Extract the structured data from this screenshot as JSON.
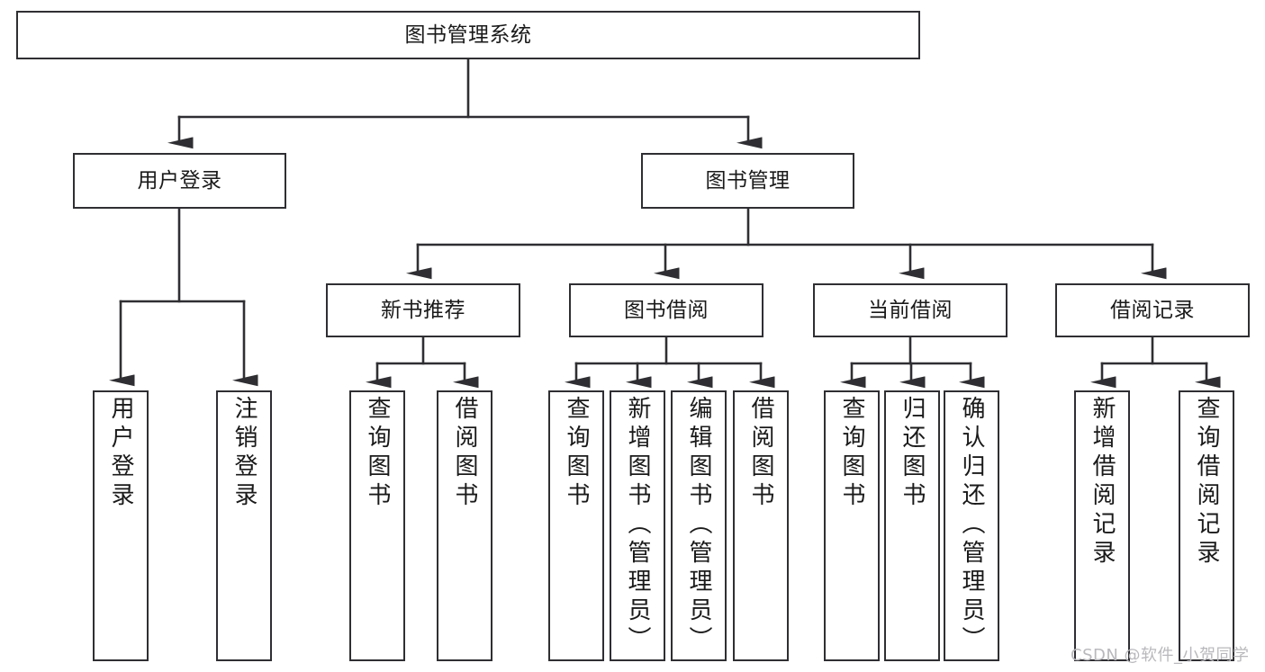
{
  "diagram": {
    "type": "tree-hierarchy",
    "title": "图书管理系统",
    "watermark": "CSDN @软件_小贺同学",
    "colors": {
      "stroke": "#2f2f33",
      "fill": "#ffffff",
      "text": "#1a1a1a",
      "watermark": "#b9b9bd"
    },
    "nodes": {
      "root": {
        "label": "图书管理系统"
      },
      "level2": [
        {
          "id": "user-login",
          "label": "用户登录"
        },
        {
          "id": "book-manage",
          "label": "图书管理"
        }
      ],
      "level3": [
        {
          "id": "new-book-recommend",
          "label": "新书推荐"
        },
        {
          "id": "book-borrow",
          "label": "图书借阅"
        },
        {
          "id": "current-borrow",
          "label": "当前借阅"
        },
        {
          "id": "borrow-record",
          "label": "借阅记录"
        }
      ],
      "leaves": {
        "user-login": [
          {
            "id": "leaf-user-login",
            "label": "用户登录"
          },
          {
            "id": "leaf-logout-login",
            "label": "注销登录"
          }
        ],
        "new-book-recommend": [
          {
            "id": "leaf-query-book-1",
            "label": "查询图书"
          },
          {
            "id": "leaf-borrow-book-1",
            "label": "借阅图书"
          }
        ],
        "book-borrow": [
          {
            "id": "leaf-query-book-2",
            "label": "查询图书"
          },
          {
            "id": "leaf-add-book",
            "label": "新增图书（管理员）"
          },
          {
            "id": "leaf-edit-book",
            "label": "编辑图书（管理员）"
          },
          {
            "id": "leaf-borrow-book-2",
            "label": "借阅图书"
          }
        ],
        "current-borrow": [
          {
            "id": "leaf-query-book-3",
            "label": "查询图书"
          },
          {
            "id": "leaf-return-book",
            "label": "归还图书"
          },
          {
            "id": "leaf-confirm-return",
            "label": "确认归还（管理员）"
          }
        ],
        "borrow-record": [
          {
            "id": "leaf-add-record",
            "label": "新增借阅记录"
          },
          {
            "id": "leaf-query-record",
            "label": "查询借阅记录"
          }
        ]
      }
    }
  }
}
